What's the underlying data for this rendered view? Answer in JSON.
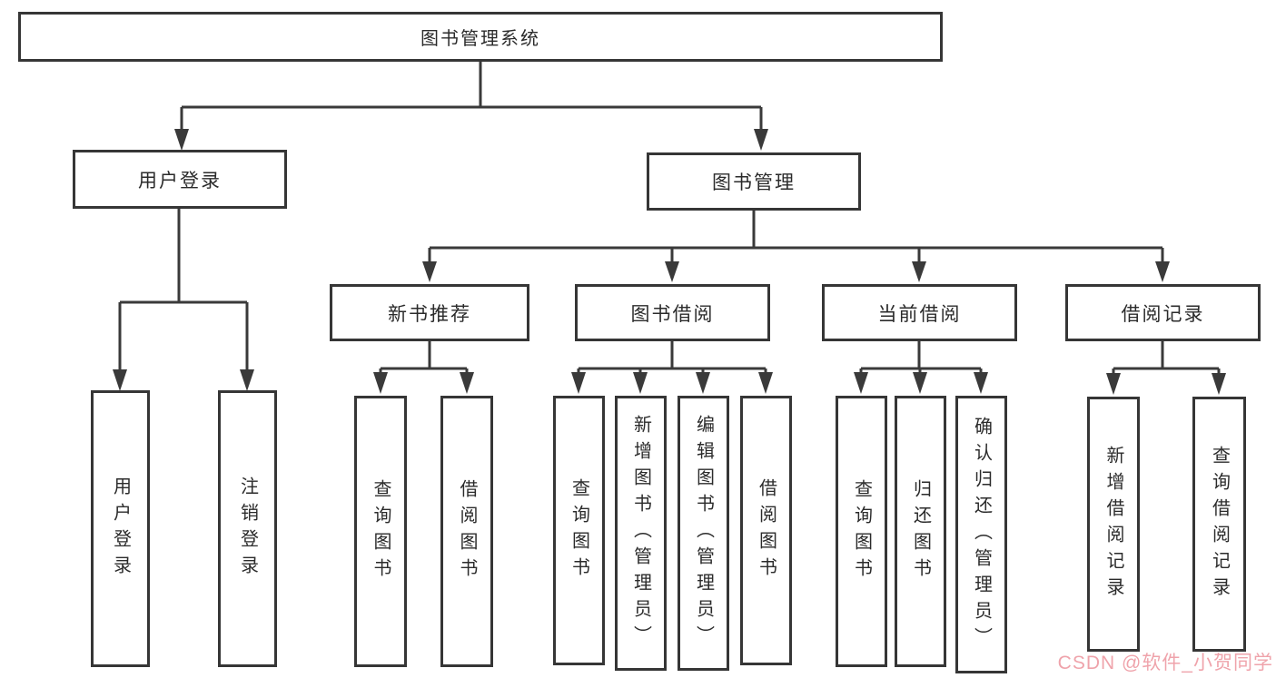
{
  "diagram": {
    "type": "hierarchy-chart",
    "colors": {
      "line": "#3a3a3a",
      "box_border": "#363636",
      "text": "#2b2b2b",
      "watermark": "#ee9aa2",
      "background": "#ffffff"
    },
    "nodes": {
      "root": {
        "label": "图书管理系统"
      },
      "user_login": {
        "label": "用户登录"
      },
      "book_mgmt": {
        "label": "图书管理"
      },
      "new_book_rec": {
        "label": "新书推荐"
      },
      "book_borrow": {
        "label": "图书借阅"
      },
      "current_borrow": {
        "label": "当前借阅"
      },
      "borrow_record": {
        "label": "借阅记录"
      },
      "leaf_user_login": {
        "label": "用户登录"
      },
      "leaf_logout": {
        "label": "注销登录"
      },
      "leaf_query_book_1": {
        "label": "查询图书"
      },
      "leaf_borrow_book_1": {
        "label": "借阅图书"
      },
      "leaf_query_book_2": {
        "label": "查询图书"
      },
      "leaf_add_book": {
        "label": "新增图书（管理员）"
      },
      "leaf_edit_book": {
        "label": "编辑图书（管理员）"
      },
      "leaf_borrow_book_2": {
        "label": "借阅图书"
      },
      "leaf_query_book_3": {
        "label": "查询图书"
      },
      "leaf_return_book": {
        "label": "归还图书"
      },
      "leaf_confirm_return": {
        "label": "确认归还（管理员）"
      },
      "leaf_add_record": {
        "label": "新增借阅记录"
      },
      "leaf_query_record": {
        "label": "查询借阅记录"
      }
    },
    "edges": [
      "root->user_login",
      "root->book_mgmt",
      "user_login->leaf_user_login",
      "user_login->leaf_logout",
      "book_mgmt->new_book_rec",
      "book_mgmt->book_borrow",
      "book_mgmt->current_borrow",
      "book_mgmt->borrow_record",
      "new_book_rec->leaf_query_book_1",
      "new_book_rec->leaf_borrow_book_1",
      "book_borrow->leaf_query_book_2",
      "book_borrow->leaf_add_book",
      "book_borrow->leaf_edit_book",
      "book_borrow->leaf_borrow_book_2",
      "current_borrow->leaf_query_book_3",
      "current_borrow->leaf_return_book",
      "current_borrow->leaf_confirm_return",
      "borrow_record->leaf_add_record",
      "borrow_record->leaf_query_record"
    ],
    "watermark": "CSDN @软件_小贺同学"
  }
}
